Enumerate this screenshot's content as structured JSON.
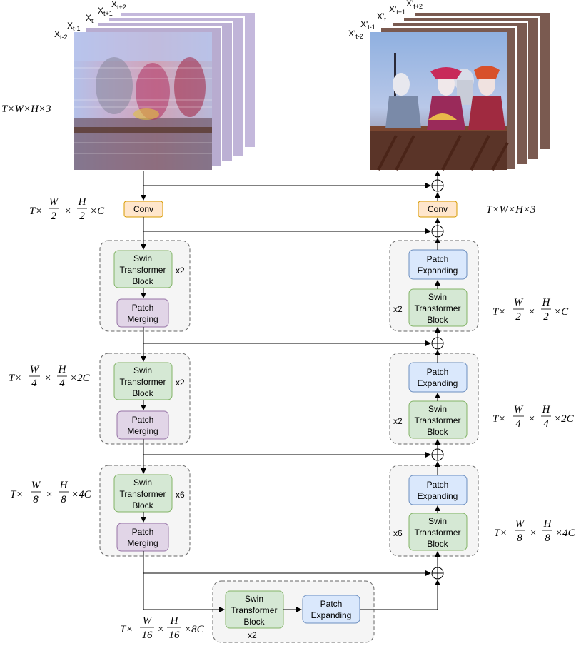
{
  "input_stack": {
    "labels": [
      "X",
      "X",
      "X",
      "X"
    ],
    "subs": [
      "t-2",
      "t-1",
      "t",
      "t+1",
      "t+2"
    ],
    "dims": "T×W×H×3"
  },
  "output_stack": {
    "prefix": "X'",
    "subs": [
      "t-2",
      "t-1",
      "t",
      "t+1",
      "t+2"
    ],
    "dims": "T×W×H×3"
  },
  "encoder": {
    "conv": "Conv",
    "conv_dims": [
      "T×",
      "W",
      "2",
      "×",
      "H",
      "2",
      "×C"
    ],
    "stages": [
      {
        "block": [
          "Swin",
          "Transformer",
          "Block"
        ],
        "repeat": "x2",
        "merge": [
          "Patch",
          "Merging"
        ]
      },
      {
        "block": [
          "Swin",
          "Transformer",
          "Block"
        ],
        "repeat": "x2",
        "merge": [
          "Patch",
          "Merging"
        ]
      },
      {
        "block": [
          "Swin",
          "Transformer",
          "Block"
        ],
        "repeat": "x6",
        "merge": [
          "Patch",
          "Merging"
        ]
      }
    ],
    "stage_dims": [
      {
        "pre": "T×",
        "w": "W",
        "wd": "4",
        "mid": "×",
        "h": "H",
        "hd": "4",
        "post": "×2C"
      },
      {
        "pre": "T×",
        "w": "W",
        "wd": "8",
        "mid": "×",
        "h": "H",
        "hd": "8",
        "post": "×4C"
      }
    ]
  },
  "bottleneck": {
    "block": [
      "Swin",
      "Transformer",
      "Block"
    ],
    "repeat": "x2",
    "expand": [
      "Patch",
      "Expanding"
    ],
    "dims": {
      "pre": "T×",
      "w": "W",
      "wd": "16",
      "mid": "×",
      "h": "H",
      "hd": "16",
      "post": "×8C"
    }
  },
  "decoder": {
    "conv": "Conv",
    "conv_dims": "T×W×H×3",
    "stages": [
      {
        "expand": [
          "Patch",
          "Expanding"
        ],
        "block": [
          "Swin",
          "Transformer",
          "Block"
        ],
        "repeat": "x2"
      },
      {
        "expand": [
          "Patch",
          "Expanding"
        ],
        "block": [
          "Swin",
          "Transformer",
          "Block"
        ],
        "repeat": "x2"
      },
      {
        "expand": [
          "Patch",
          "Expanding"
        ],
        "block": [
          "Swin",
          "Transformer",
          "Block"
        ],
        "repeat": "x6"
      }
    ],
    "stage_dims": [
      {
        "pre": "T×",
        "w": "W",
        "wd": "2",
        "mid": "×",
        "h": "H",
        "hd": "2",
        "post": "×C"
      },
      {
        "pre": "T×",
        "w": "W",
        "wd": "4",
        "mid": "×",
        "h": "H",
        "hd": "4",
        "post": "×2C"
      },
      {
        "pre": "T×",
        "w": "W",
        "wd": "8",
        "mid": "×",
        "h": "H",
        "hd": "8",
        "post": "×4C"
      }
    ]
  },
  "colors": {
    "swin_fill": "#d5e8d4",
    "swin_stroke": "#82b366",
    "merge_fill": "#e1d5e7",
    "merge_stroke": "#9673a6",
    "expand_fill": "#dae8fc",
    "expand_stroke": "#6c8ebf",
    "conv_fill": "#ffe6cc",
    "conv_stroke": "#d79b00",
    "group_fill": "#f5f5f5",
    "group_stroke": "#666666"
  }
}
